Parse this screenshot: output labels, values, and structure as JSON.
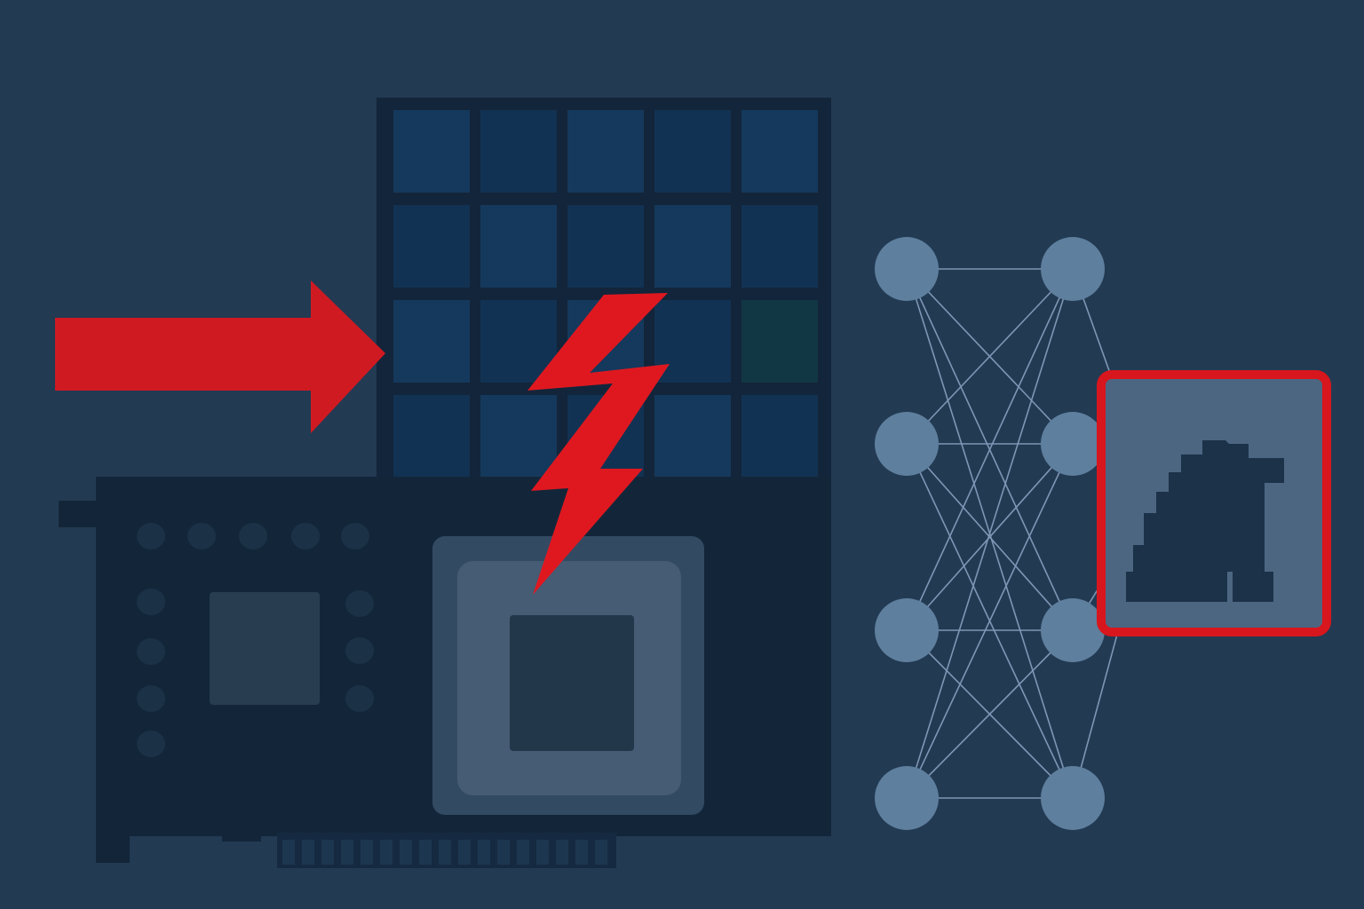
{
  "colors": {
    "background": "#233a53",
    "memory_frame": "#13253a",
    "memory_cell": "#14395c",
    "memory_cell_alt": "#123253",
    "memory_cell_teal": "#123744",
    "card_body": "#132639",
    "card_component": "#1b3146",
    "chip_outer": "#39506a",
    "chip_mid": "#4a6078",
    "chip_die": "#233649",
    "node": "#5e7f9e",
    "edge": "#7f96b5",
    "alert_red": "#d8161d",
    "output_tile": "#4c6682",
    "output_glyph": "#1c3249"
  },
  "icons": {
    "memory_grid": "memory-grid-icon",
    "graphics_card": "graphics-card-icon",
    "chip": "gpu-chip-icon",
    "arrow": "arrow-right-icon",
    "bolt": "lightning-bolt-icon",
    "network": "neural-network-icon",
    "output": "corrupted-output-icon"
  },
  "diagram": {
    "memory_grid": {
      "rows": 4,
      "cols": 5
    },
    "network": {
      "layers": [
        4,
        4
      ],
      "hidden_output_node": "output-node"
    }
  }
}
